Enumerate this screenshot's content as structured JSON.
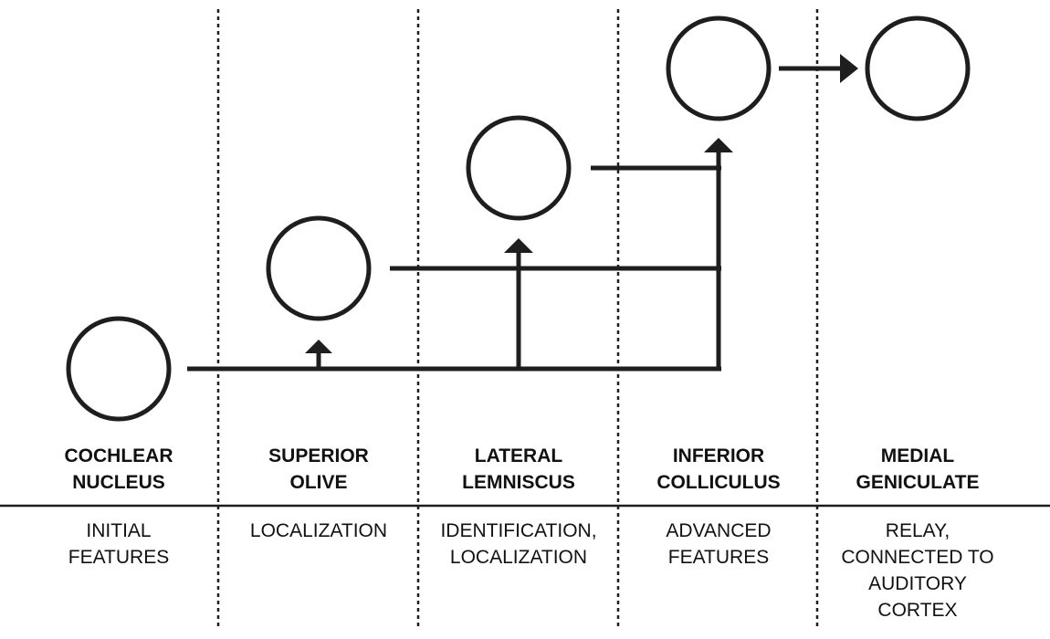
{
  "colors": {
    "ink": "#1e1e1e",
    "background": "#ffffff"
  },
  "stages": [
    {
      "id": "cochlear-nucleus",
      "name_lines": [
        "COCHLEAR",
        "NUCLEUS"
      ],
      "role_lines": [
        "INITIAL",
        "FEATURES"
      ]
    },
    {
      "id": "superior-olive",
      "name_lines": [
        "SUPERIOR",
        "OLIVE"
      ],
      "role_lines": [
        "LOCALIZATION"
      ]
    },
    {
      "id": "lateral-lemniscus",
      "name_lines": [
        "LATERAL",
        "LEMNISCUS"
      ],
      "role_lines": [
        "IDENTIFICATION,",
        "LOCALIZATION"
      ]
    },
    {
      "id": "inferior-colliculus",
      "name_lines": [
        "INFERIOR",
        "COLLICULUS"
      ],
      "role_lines": [
        "ADVANCED",
        "FEATURES"
      ]
    },
    {
      "id": "medial-geniculate",
      "name_lines": [
        "MEDIAL",
        "GENICULATE"
      ],
      "role_lines": [
        "RELAY,",
        "CONNECTED TO",
        "AUDITORY",
        "CORTEX"
      ]
    }
  ],
  "connections": [
    {
      "from": "cochlear-nucleus",
      "to": "superior-olive"
    },
    {
      "from": "cochlear-nucleus",
      "to": "lateral-lemniscus"
    },
    {
      "from": "cochlear-nucleus",
      "to": "inferior-colliculus"
    },
    {
      "from": "superior-olive",
      "to": "lateral-lemniscus"
    },
    {
      "from": "superior-olive",
      "to": "inferior-colliculus"
    },
    {
      "from": "lateral-lemniscus",
      "to": "inferior-colliculus"
    },
    {
      "from": "inferior-colliculus",
      "to": "medial-geniculate"
    }
  ]
}
